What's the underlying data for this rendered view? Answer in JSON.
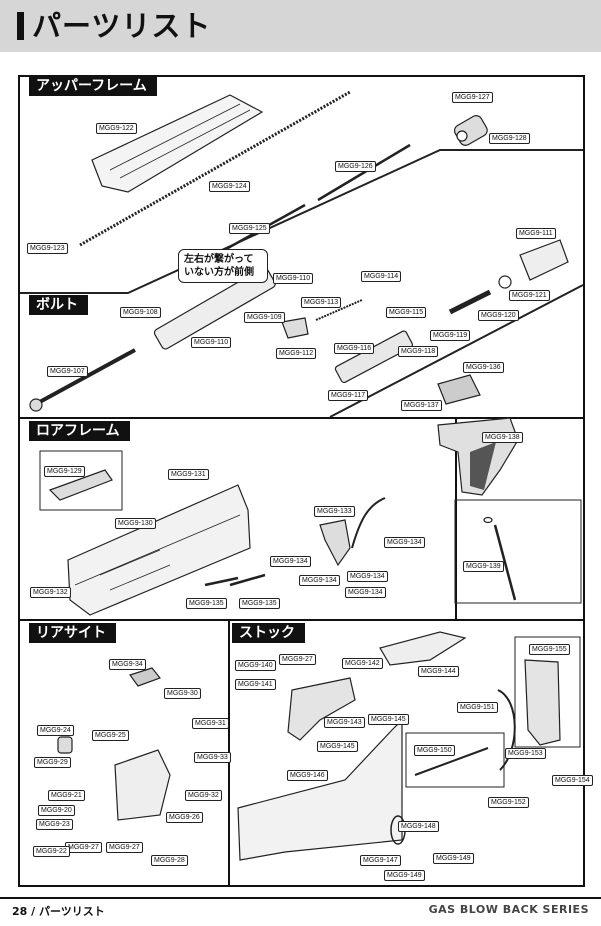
{
  "page_title": "パーツリスト",
  "sections": {
    "upper_frame": "アッパーフレーム",
    "bolt": "ボルト",
    "lower_frame": "ロアフレーム",
    "rear_sight": "リアサイト",
    "stock": "ストック"
  },
  "note": "左右が繋がっていない方が前側",
  "parts": {
    "p107": "MGG9-107",
    "p108": "MGG9-108",
    "p109": "MGG9-109",
    "p110a": "MGG9-110",
    "p110b": "MGG9-110",
    "p111": "MGG9-111",
    "p112": "MGG9-112",
    "p113": "MGG9-113",
    "p114": "MGG9-114",
    "p115": "MGG9-115",
    "p116": "MGG9-116",
    "p117": "MGG9-117",
    "p118": "MGG9-118",
    "p119": "MGG9-119",
    "p120": "MGG9-120",
    "p121": "MGG9-121",
    "p122": "MGG9-122",
    "p123": "MGG9-123",
    "p124": "MGG9-124",
    "p125": "MGG9-125",
    "p126": "MGG9-126",
    "p127": "MGG9-127",
    "p128": "MGG9-128",
    "p129": "MGG9-129",
    "p130": "MGG9-130",
    "p131": "MGG9-131",
    "p132": "MGG9-132",
    "p133": "MGG9-133",
    "p134a": "MGG9-134",
    "p134b": "MGG9-134",
    "p134c": "MGG9-134",
    "p134d": "MGG9-134",
    "p134e": "MGG9-134",
    "p135a": "MGG9-135",
    "p135b": "MGG9-135",
    "p136": "MGG9-136",
    "p137": "MGG9-137",
    "p138": "MGG9-138",
    "p139": "MGG9-139",
    "p140": "MGG9-140",
    "p141": "MGG9-141",
    "p142": "MGG9-142",
    "p143": "MGG9-143",
    "p144": "MGG9-144",
    "p145a": "MGG9-145",
    "p145b": "MGG9-145",
    "p146": "MGG9-146",
    "p147": "MGG9-147",
    "p148": "MGG9-148",
    "p149a": "MGG9-149",
    "p149b": "MGG9-149",
    "p150": "MGG9-150",
    "p151": "MGG9-151",
    "p152": "MGG9-152",
    "p153": "MGG9-153",
    "p154": "MGG9-154",
    "p155": "MGG9-155",
    "p20": "MGG9-20",
    "p21": "MGG9-21",
    "p22": "MGG9-22",
    "p23": "MGG9-23",
    "p24": "MGG9-24",
    "p25": "MGG9-25",
    "p26": "MGG9-26",
    "p27a": "MGG9-27",
    "p27b": "MGG9-27",
    "p27c": "MGG9-27",
    "p28": "MGG9-28",
    "p29": "MGG9-29",
    "p30": "MGG9-30",
    "p31": "MGG9-31",
    "p32": "MGG9-32",
    "p33": "MGG9-33",
    "p34": "MGG9-34"
  },
  "footer": {
    "page_number": "28",
    "page_label": "/ パーツリスト",
    "series": "GAS BLOW BACK SERIES"
  }
}
